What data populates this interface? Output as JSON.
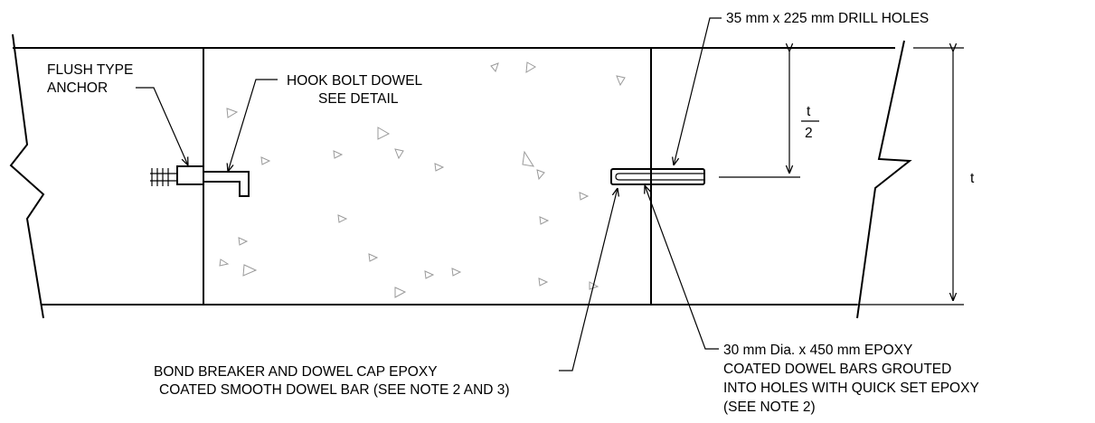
{
  "labels": {
    "flush_anchor": [
      "FLUSH TYPE",
      "ANCHOR"
    ],
    "hook_bolt": [
      "HOOK BOLT DOWEL",
      "SEE DETAIL"
    ],
    "drill_holes": "35 mm x 225 mm DRILL HOLES",
    "half_num": "t",
    "half_den": "2",
    "thickness": "t",
    "bond_breaker": [
      "BOND BREAKER AND DOWEL CAP EPOXY",
      "COATED SMOOTH DOWEL BAR (SEE NOTE 2 AND 3)"
    ],
    "dowel_bars": [
      "30 mm Dia. x 450 mm EPOXY",
      "COATED DOWEL BARS GROUTED",
      "INTO HOLES WITH QUICK SET EPOXY",
      "(SEE NOTE 2)"
    ]
  }
}
